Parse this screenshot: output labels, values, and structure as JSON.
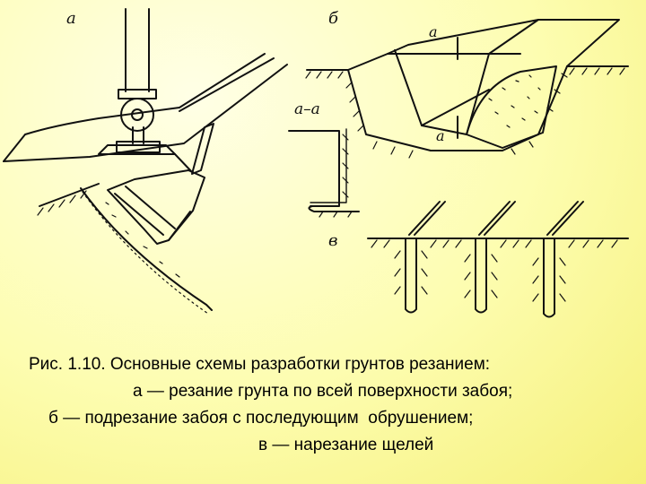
{
  "labels": {
    "a": "а",
    "b": "б",
    "v": "в",
    "section": "а–а",
    "section_mark_top": "а",
    "section_mark_bottom": "а"
  },
  "caption": {
    "line1": "Рис. 1.10. Основные схемы разработки грунтов резанием:",
    "line2": "а — резание грунта по всей поверхности забоя;",
    "line3": "б — подрезание забоя с последующим  обрушением;",
    "line4": "в — нарезание щелей"
  }
}
